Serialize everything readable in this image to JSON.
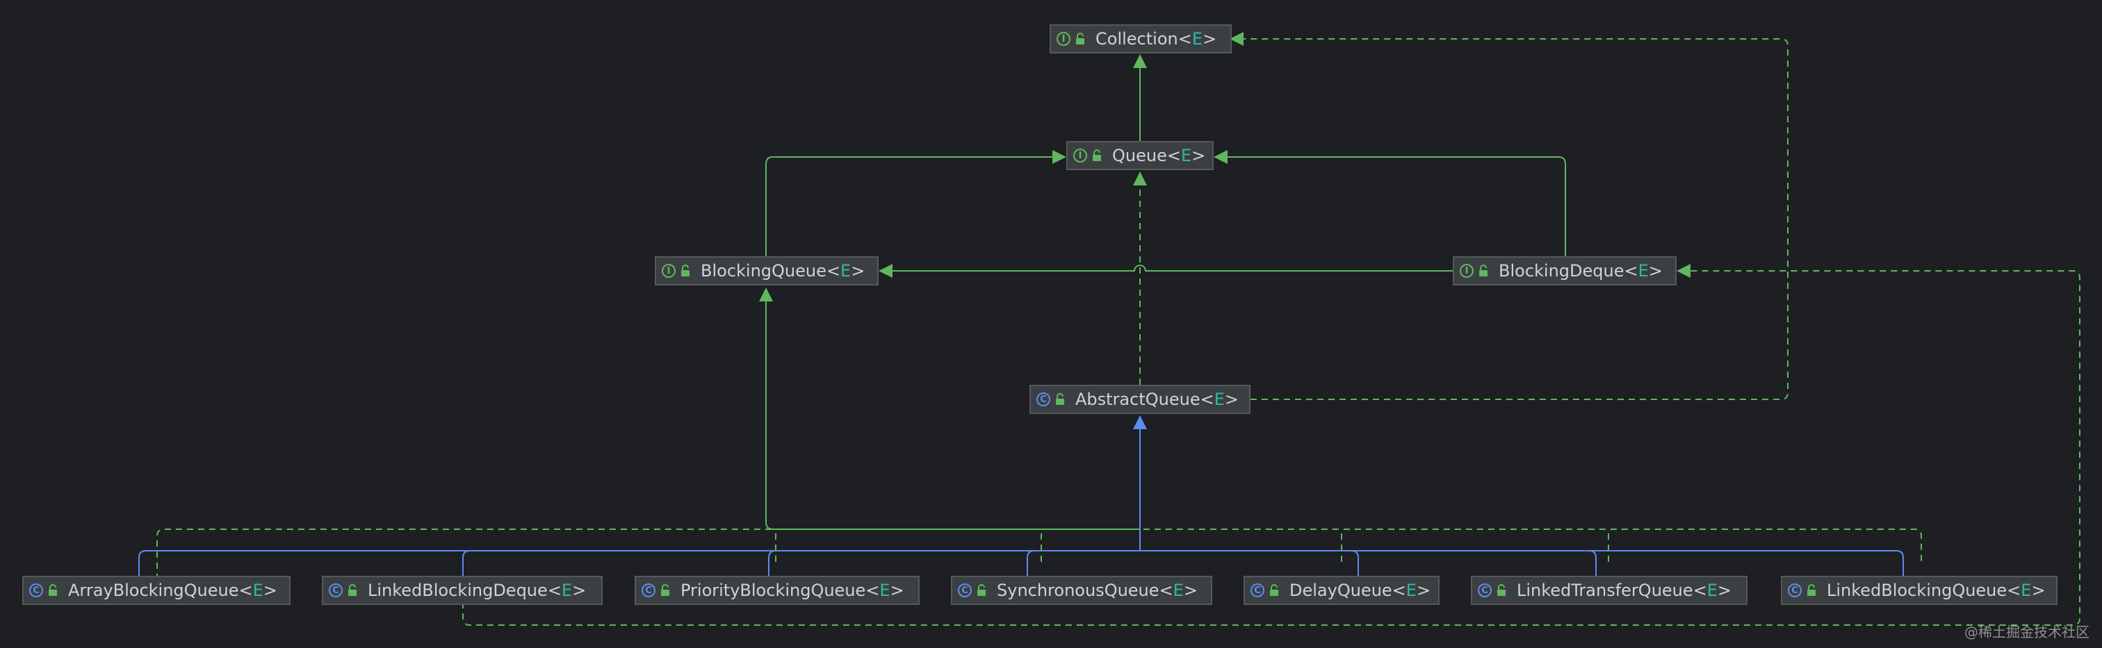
{
  "colors": {
    "background": "#1e1f22",
    "extends": "#5fb85f",
    "implements": "#5fb85f",
    "class_extends": "#5b8def",
    "type_param": "#2fb7a8"
  },
  "nodes": {
    "collection": {
      "kind": "interface",
      "icon": "interface-icon",
      "name": "Collection",
      "type_param": "E"
    },
    "queue": {
      "kind": "interface",
      "icon": "interface-icon",
      "name": "Queue",
      "type_param": "E"
    },
    "blocking_queue": {
      "kind": "interface",
      "icon": "interface-icon",
      "name": "BlockingQueue",
      "type_param": "E"
    },
    "blocking_deque": {
      "kind": "interface",
      "icon": "interface-icon",
      "name": "BlockingDeque",
      "type_param": "E"
    },
    "abstract_queue": {
      "kind": "class",
      "icon": "class-icon",
      "name": "AbstractQueue",
      "type_param": "E"
    },
    "array_blocking_queue": {
      "kind": "class",
      "icon": "class-icon",
      "name": "ArrayBlockingQueue",
      "type_param": "E"
    },
    "linked_blocking_deque": {
      "kind": "class",
      "icon": "class-icon",
      "name": "LinkedBlockingDeque",
      "type_param": "E"
    },
    "priority_blocking_queue": {
      "kind": "class",
      "icon": "class-icon",
      "name": "PriorityBlockingQueue",
      "type_param": "E"
    },
    "synchronous_queue": {
      "kind": "class",
      "icon": "class-icon",
      "name": "SynchronousQueue",
      "type_param": "E"
    },
    "delay_queue": {
      "kind": "class",
      "icon": "class-icon",
      "name": "DelayQueue",
      "type_param": "E"
    },
    "linked_transfer_queue": {
      "kind": "class",
      "icon": "class-icon",
      "name": "LinkedTransferQueue",
      "type_param": "E"
    },
    "linked_blocking_queue": {
      "kind": "class",
      "icon": "class-icon",
      "name": "LinkedBlockingQueue",
      "type_param": "E"
    }
  },
  "edges": [
    {
      "from": "queue",
      "to": "collection",
      "relation": "extends"
    },
    {
      "from": "blocking_queue",
      "to": "queue",
      "relation": "extends"
    },
    {
      "from": "blocking_deque",
      "to": "queue",
      "relation": "extends"
    },
    {
      "from": "blocking_deque",
      "to": "blocking_queue",
      "relation": "extends"
    },
    {
      "from": "abstract_queue",
      "to": "queue",
      "relation": "implements"
    },
    {
      "from": "abstract_queue",
      "to": "collection",
      "relation": "implements"
    },
    {
      "from": "array_blocking_queue",
      "to": "abstract_queue",
      "relation": "extends"
    },
    {
      "from": "linked_blocking_deque",
      "to": "abstract_queue",
      "relation": "extends"
    },
    {
      "from": "priority_blocking_queue",
      "to": "abstract_queue",
      "relation": "extends"
    },
    {
      "from": "synchronous_queue",
      "to": "abstract_queue",
      "relation": "extends"
    },
    {
      "from": "delay_queue",
      "to": "abstract_queue",
      "relation": "extends"
    },
    {
      "from": "linked_transfer_queue",
      "to": "abstract_queue",
      "relation": "extends"
    },
    {
      "from": "linked_blocking_queue",
      "to": "abstract_queue",
      "relation": "extends"
    },
    {
      "from": "array_blocking_queue",
      "to": "blocking_queue",
      "relation": "implements"
    },
    {
      "from": "priority_blocking_queue",
      "to": "blocking_queue",
      "relation": "implements"
    },
    {
      "from": "synchronous_queue",
      "to": "blocking_queue",
      "relation": "implements"
    },
    {
      "from": "delay_queue",
      "to": "blocking_queue",
      "relation": "implements"
    },
    {
      "from": "linked_transfer_queue",
      "to": "blocking_queue",
      "relation": "implements"
    },
    {
      "from": "linked_blocking_queue",
      "to": "blocking_queue",
      "relation": "implements"
    },
    {
      "from": "linked_blocking_deque",
      "to": "blocking_deque",
      "relation": "implements"
    }
  ],
  "watermark": "@稀土掘金技术社区"
}
